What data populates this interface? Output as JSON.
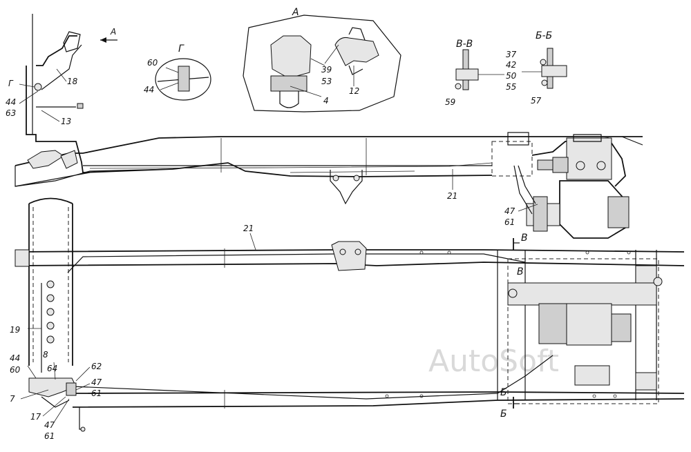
{
  "watermark": "AutoSoft",
  "views": {
    "view_a": {
      "title": "А",
      "arrow_label": "А",
      "labels": [
        "39",
        "53",
        "12",
        "4"
      ]
    },
    "view_g": {
      "title": "Г",
      "labels": [
        "60",
        "44"
      ]
    },
    "section_vv": {
      "title": "В-В",
      "labels": [
        "59"
      ]
    },
    "section_bb": {
      "title": "Б-Б",
      "labels": [
        "37",
        "42",
        "50",
        "55",
        "57"
      ]
    }
  },
  "side_view": {
    "labels": [
      "Г",
      "18",
      "44",
      "63",
      "13",
      "21",
      "47",
      "61"
    ]
  },
  "top_view": {
    "labels": [
      "21",
      "19",
      "44",
      "60",
      "8",
      "64",
      "62",
      "47",
      "61",
      "7",
      "17",
      "47",
      "61"
    ],
    "section_marks": [
      "В",
      "В",
      "Б",
      "Б"
    ]
  }
}
